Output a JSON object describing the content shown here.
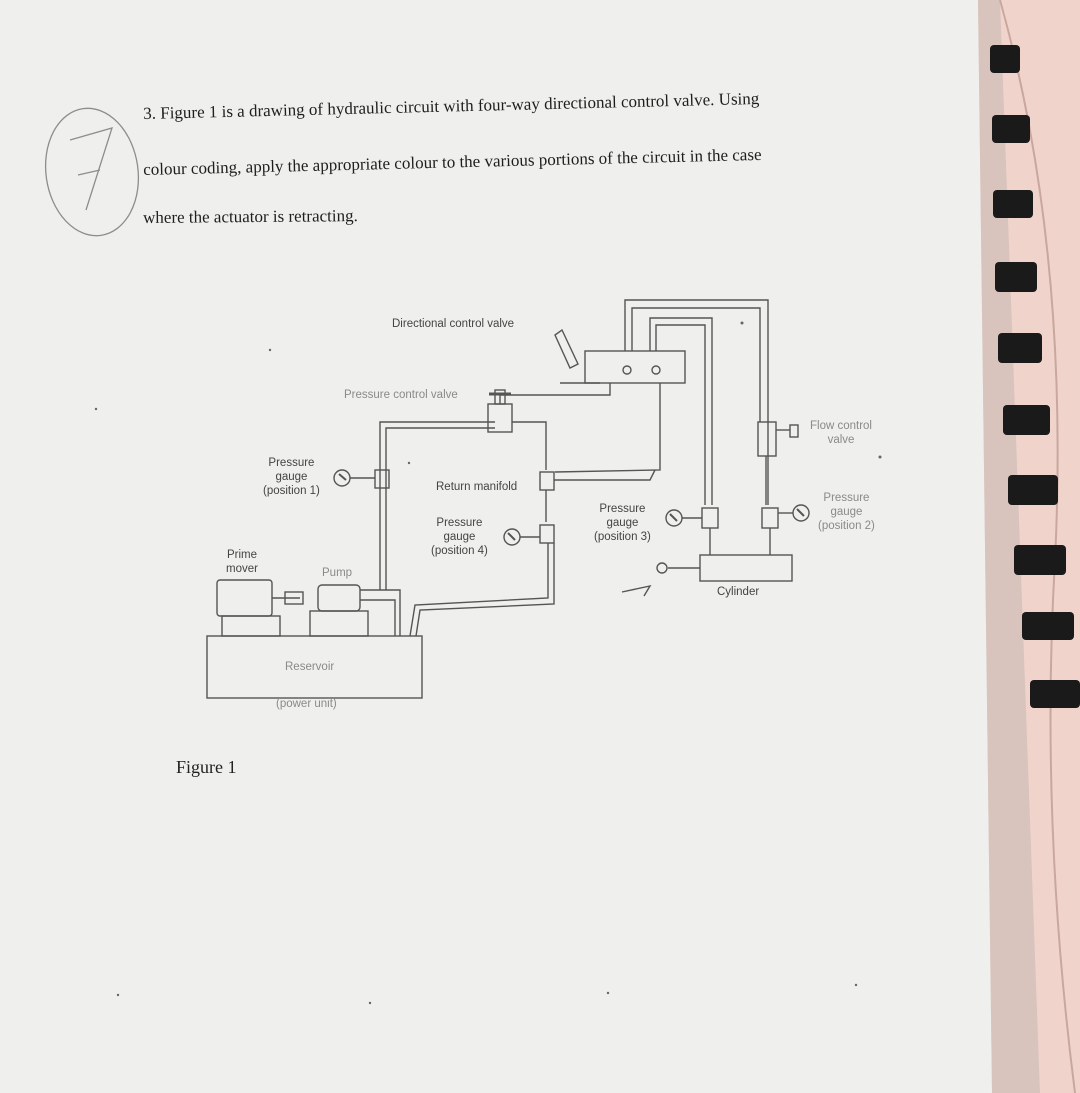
{
  "question": {
    "line1": "3. Figure 1 is a drawing of hydraulic circuit with four-way directional control valve. Using",
    "line2": "colour coding, apply the appropriate colour to the various portions of the circuit in the case",
    "line3": "where the actuator is retracting.",
    "margin_mark": "7"
  },
  "figure": {
    "caption": "Figure 1",
    "labels": {
      "directional_valve": "Directional control valve",
      "pressure_control_valve": "Pressure control valve",
      "pressure_gauge_1": [
        "Pressure",
        "gauge",
        "(position 1)"
      ],
      "return_manifold": "Return manifold",
      "pressure_gauge_4": [
        "Pressure",
        "gauge",
        "(position 4)"
      ],
      "pressure_gauge_3": [
        "Pressure",
        "gauge",
        "(position 3)"
      ],
      "flow_control_valve": [
        "Flow control",
        "valve"
      ],
      "pressure_gauge_2": [
        "Pressure",
        "gauge",
        "(position 2)"
      ],
      "prime_mover": [
        "Prime",
        "mover"
      ],
      "pump": "Pump",
      "reservoir": "Reservoir",
      "power_unit": "(power unit)",
      "cylinder": "Cylinder"
    }
  },
  "colors": {
    "paper": "#efefed",
    "background": "#f0d4cc",
    "ink": "#1e1e1e",
    "spiral_binding": "#1a1a1a"
  }
}
